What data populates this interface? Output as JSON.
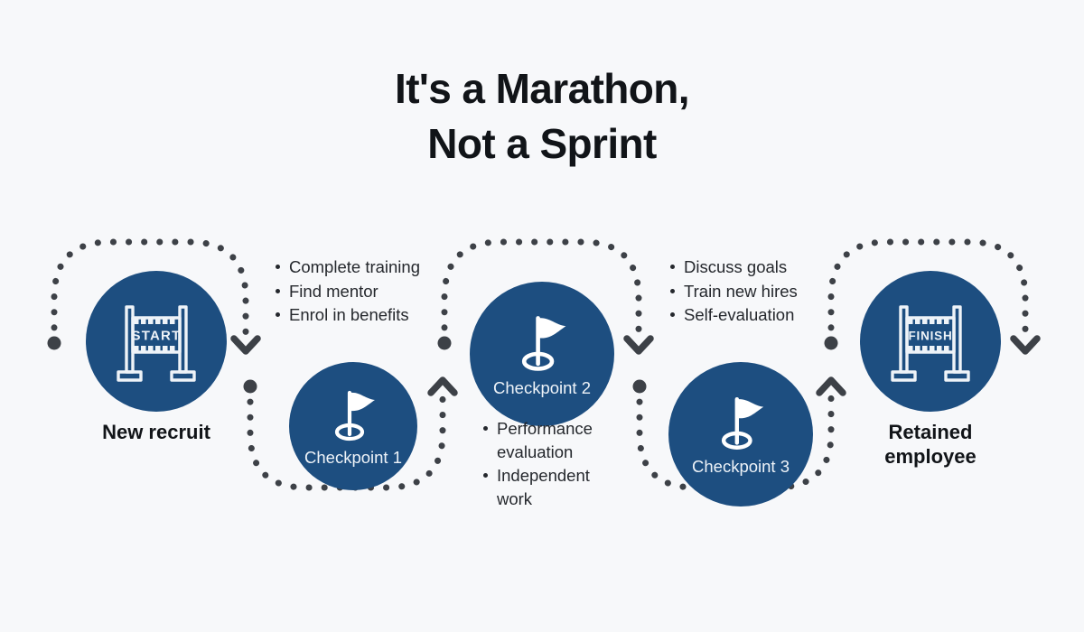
{
  "theme": {
    "background": "#f7f8fa",
    "node_fill": "#1d4e80",
    "node_text": "#eef3f8",
    "heading_text": "#111418",
    "body_text": "#25282d",
    "connector": "#3d4147"
  },
  "header": {
    "title": "It's a Marathon,\nNot a Sprint"
  },
  "flow": {
    "nodes": [
      {
        "id": "new-recruit",
        "icon": "start-gate-icon",
        "icon_text": "START",
        "caption": "New recruit",
        "inner_label": ""
      },
      {
        "id": "checkpoint-1",
        "icon": "flag-icon",
        "icon_text": "",
        "caption": "",
        "inner_label": "Checkpoint 1"
      },
      {
        "id": "checkpoint-2",
        "icon": "flag-icon",
        "icon_text": "",
        "caption": "",
        "inner_label": "Checkpoint 2"
      },
      {
        "id": "checkpoint-3",
        "icon": "flag-icon",
        "icon_text": "",
        "caption": "",
        "inner_label": "Checkpoint 3"
      },
      {
        "id": "retained-employee",
        "icon": "finish-gate-icon",
        "icon_text": "FINISH",
        "caption": "Retained\nemployee",
        "inner_label": ""
      }
    ],
    "bullet_groups": [
      {
        "id": "checkpoint-1-tasks",
        "items": [
          "Complete training",
          "Find mentor",
          "Enrol in benefits"
        ]
      },
      {
        "id": "checkpoint-2-tasks",
        "items": [
          "Performance evaluation",
          "Independent work"
        ]
      },
      {
        "id": "checkpoint-3-tasks",
        "items": [
          "Discuss goals",
          "Train new hires",
          "Self-evaluation"
        ]
      }
    ],
    "connectors": [
      {
        "id": "connector-1",
        "direction": "over",
        "arrow": "chevron-down-icon"
      },
      {
        "id": "connector-2",
        "direction": "under",
        "arrow": "chevron-up-icon"
      },
      {
        "id": "connector-3",
        "direction": "over",
        "arrow": "chevron-down-icon"
      },
      {
        "id": "connector-4",
        "direction": "under",
        "arrow": "chevron-up-icon"
      },
      {
        "id": "connector-5",
        "direction": "over",
        "arrow": "chevron-down-icon"
      }
    ]
  }
}
